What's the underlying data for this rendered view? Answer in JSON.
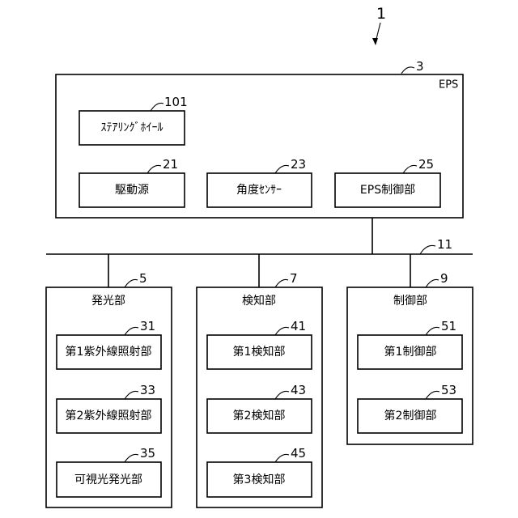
{
  "figure_number": "1",
  "bus": {
    "ref": "11"
  },
  "eps": {
    "ref": "3",
    "label": "EPS",
    "steering_wheel": {
      "label": "ｽﾃｱﾘﾝｸﾞﾎｲｰﾙ",
      "ref": "101"
    },
    "drive_source": {
      "label": "駆動源",
      "ref": "21"
    },
    "angle_sensor": {
      "label": "角度ｾﾝｻｰ",
      "ref": "23"
    },
    "eps_control": {
      "label": "EPS制御部",
      "ref": "25"
    }
  },
  "light_emitting": {
    "ref": "5",
    "label": "発光部",
    "items": [
      {
        "label": "第1紫外線照射部",
        "ref": "31"
      },
      {
        "label": "第2紫外線照射部",
        "ref": "33"
      },
      {
        "label": "可視光発光部",
        "ref": "35"
      }
    ]
  },
  "detection": {
    "ref": "7",
    "label": "検知部",
    "items": [
      {
        "label": "第1検知部",
        "ref": "41"
      },
      {
        "label": "第2検知部",
        "ref": "43"
      },
      {
        "label": "第3検知部",
        "ref": "45"
      }
    ]
  },
  "control": {
    "ref": "9",
    "label": "制御部",
    "items": [
      {
        "label": "第1制御部",
        "ref": "51"
      },
      {
        "label": "第2制御部",
        "ref": "53"
      }
    ]
  }
}
